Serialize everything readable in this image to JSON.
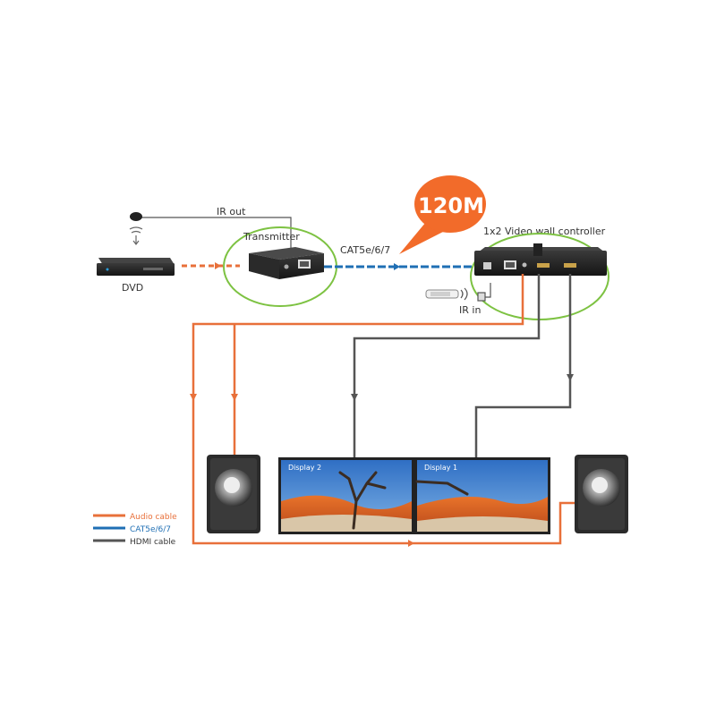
{
  "labels": {
    "ir_out": "IR out",
    "dvd": "DVD",
    "transmitter": "Transmitter",
    "cat_link": "CAT5e/6/7",
    "badge": "120M",
    "controller": "1x2 Video wall controller",
    "ir_in": "IR in",
    "display_left": "Display 2",
    "display_right": "Display 1"
  },
  "legend": [
    {
      "label": "Audio cable",
      "color": "#e8703a"
    },
    {
      "label": "CAT5e/6/7",
      "color": "#1f6fb4"
    },
    {
      "label": "HDMI cable",
      "color": "#555555"
    }
  ],
  "colors": {
    "audio": "#e8703a",
    "cat": "#1f6fb4",
    "hdmi": "#555555",
    "highlight": "#7dc242",
    "badge": "#f26b2a"
  }
}
